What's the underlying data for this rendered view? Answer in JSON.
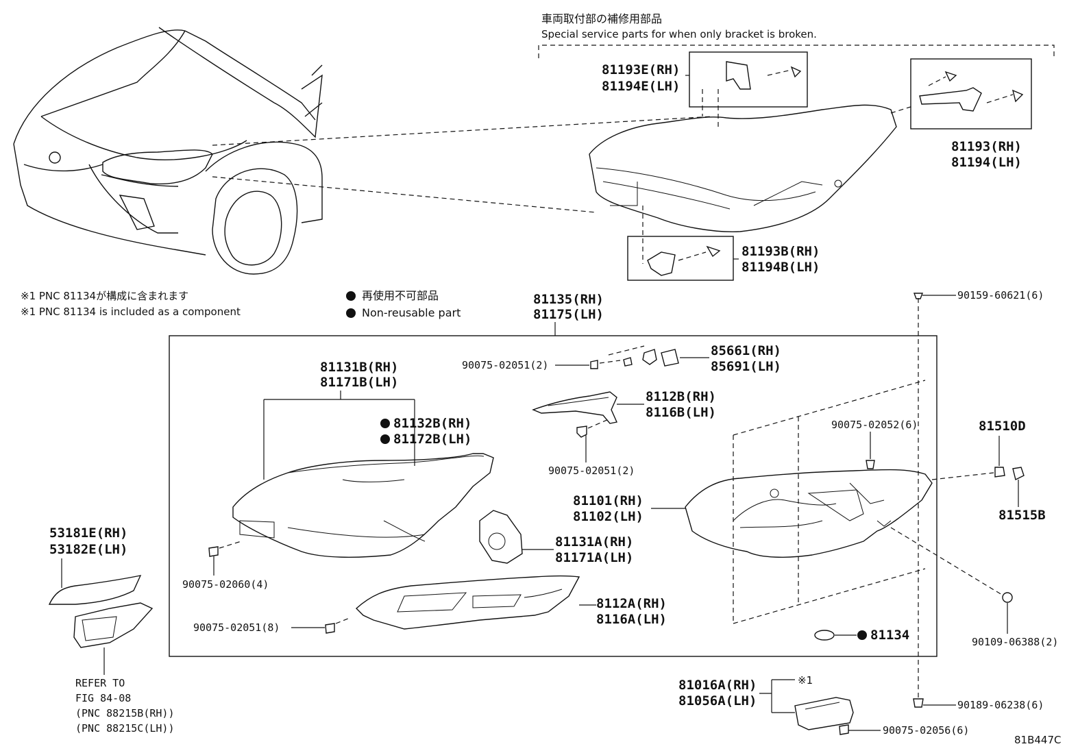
{
  "header": {
    "jp": "車両取付部の補修用部品",
    "en": "Special service parts for when only bracket is broken."
  },
  "notes": {
    "note_jp": "※1 PNC 81134が構成に含まれます",
    "note_en": "※1 PNC 81134 is included as a component",
    "legend_jp": "再使用不可部品",
    "legend_en": "Non-reusable part"
  },
  "labels": {
    "p81193E": "81193E(RH)",
    "p81194E": "81194E(LH)",
    "p81193": "81193(RH)",
    "p81194": "81194(LH)",
    "p81193B": "81193B(RH)",
    "p81194B": "81194B(LH)",
    "p81135": "81135(RH)",
    "p81175": "81175(LH)",
    "p90159": "90159-60621(6)",
    "p85661": "85661(RH)",
    "p85691": "85691(LH)",
    "p90075_02051_2a": "90075-02051(2)",
    "p81131B": "81131B(RH)",
    "p81171B": "81171B(LH)",
    "p8112B": "8112B(RH)",
    "p8116B": "8116B(LH)",
    "p81132B": "81132B(RH)",
    "p81172B": "81172B(LH)",
    "p90075_02052": "90075-02052(6)",
    "p81510D": "81510D",
    "p90075_02051_2b": "90075-02051(2)",
    "p81101": "81101(RH)",
    "p81102": "81102(LH)",
    "p81515B": "81515B",
    "p53181E": "53181E(RH)",
    "p53182E": "53182E(LH)",
    "p81131A": "81131A(RH)",
    "p81171A": "81171A(LH)",
    "p90075_02060": "90075-02060(4)",
    "p8112A": "8112A(RH)",
    "p8116A": "8116A(LH)",
    "p90075_02051_8": "90075-02051(8)",
    "p81134": "81134",
    "p90109": "90109-06388(2)",
    "p81016A": "81016A(RH)",
    "p81056A": "81056A(LH)",
    "ref_mark": "※1",
    "p90189": "90189-06238(6)",
    "p90075_02056": "90075-02056(6)",
    "refer1": "REFER TO",
    "refer2": "FIG 84-08",
    "refer3": "(PNC 88215B(RH))",
    "refer4": "(PNC 88215C(LH))",
    "fig_code": "81B447C"
  }
}
